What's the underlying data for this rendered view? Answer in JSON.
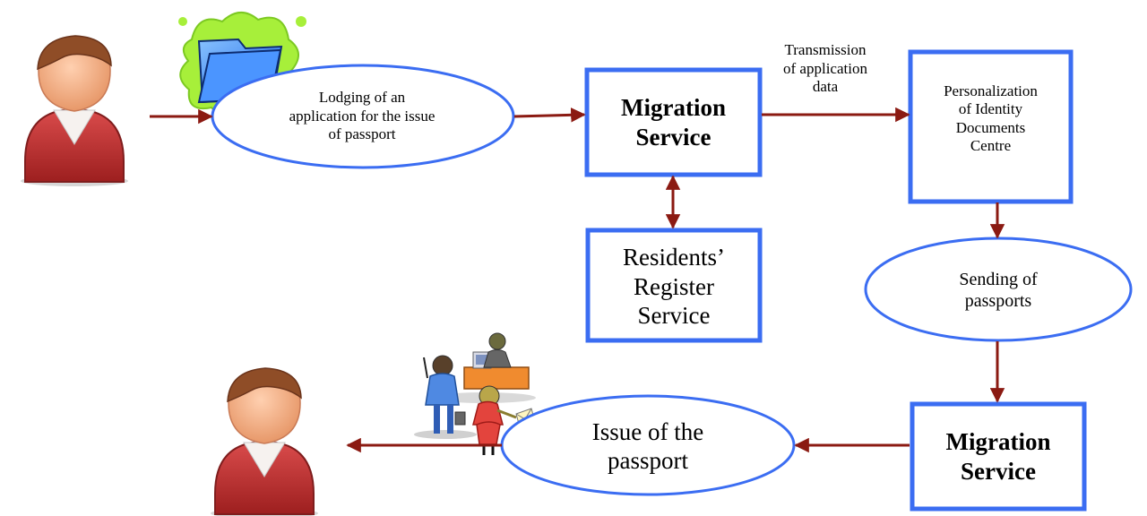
{
  "nodes": {
    "lodging_label": "Lodging of an\napplication for the issue\nof passport",
    "migration_top_label": "Migration\nService",
    "transmission_label": "Transmission\nof application\ndata",
    "personalization_label": "Personalization\nof Identity\nDocuments\nCentre",
    "residents_label": "Residents’\nRegister\nService",
    "sending_label": "Sending of\npassports",
    "migration_bottom_label": "Migration\nService",
    "issue_label": "Issue of the\npassport"
  },
  "colors": {
    "box_border": "#3b6df2",
    "ellipse_border": "#3b6df2",
    "arrow": "#8b1a12",
    "person_body": "#b32b2b",
    "person_skin": "#f0a57a",
    "person_hair": "#8b4a26",
    "folder": "#4d95ff",
    "folder_burst": "#a7ef3a"
  },
  "icons": {
    "citizen_top": "person-icon",
    "citizen_bottom": "person-icon",
    "folder": "folder-icon",
    "officials": "office-workers-icon"
  }
}
